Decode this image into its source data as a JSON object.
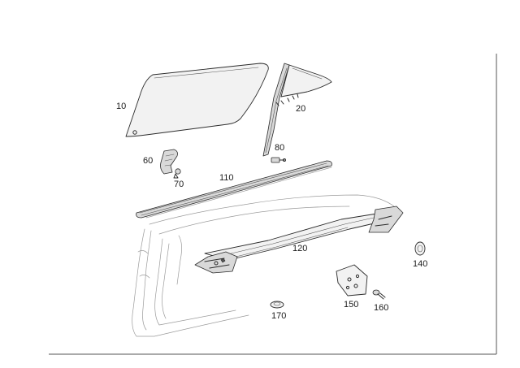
{
  "diagram": {
    "parts": [
      {
        "id": "window-glass",
        "label": "10"
      },
      {
        "id": "rear-quarter-glass",
        "label": "20"
      },
      {
        "id": "clip-bracket",
        "label": "60"
      },
      {
        "id": "screw",
        "label": "70"
      },
      {
        "id": "seal-clip",
        "label": "80"
      },
      {
        "id": "outer-window-seal",
        "label": "110"
      },
      {
        "id": "window-regulator",
        "label": "120"
      },
      {
        "id": "grommet",
        "label": "140"
      },
      {
        "id": "mounting-plate",
        "label": "150"
      },
      {
        "id": "rivet",
        "label": "160"
      },
      {
        "id": "plug",
        "label": "170"
      }
    ]
  }
}
